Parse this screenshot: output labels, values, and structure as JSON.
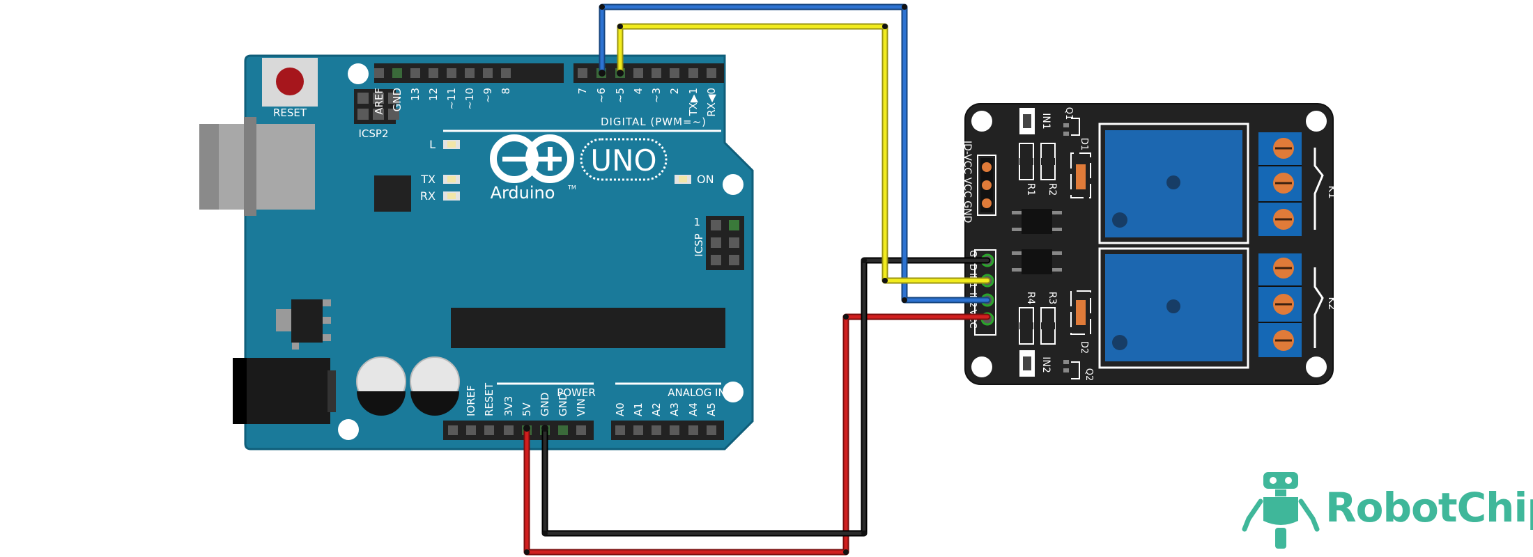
{
  "arduino": {
    "reset_label": "RESET",
    "icsp2_label": "ICSP2",
    "icsp_label": "ICSP",
    "icsp_pin1": "1",
    "digital_label": "DIGITAL (PWM=~)",
    "power_label": "POWER",
    "analog_label": "ANALOG IN",
    "brand": "Arduino",
    "tm": "TM",
    "model": "UNO",
    "led_l": "L",
    "led_tx": "TX",
    "led_rx": "RX",
    "led_on": "ON",
    "digital_pins": [
      "AREF",
      "GND",
      "13",
      "12",
      "~11",
      "~10",
      "~9",
      "8",
      "7",
      "~6",
      "~5",
      "4",
      "~3",
      "2",
      "TX▶1",
      "RX◀0"
    ],
    "power_pins": [
      "IOREF",
      "RESET",
      "3V3",
      "5V",
      "GND",
      "GND",
      "VIN"
    ],
    "analog_pins": [
      "A0",
      "A1",
      "A2",
      "A3",
      "A4",
      "A5"
    ]
  },
  "relay": {
    "power_pins": [
      "JD-VCC",
      "VCC",
      "GND"
    ],
    "input_pins": [
      "GND",
      "IN1",
      "IN2",
      "VCC"
    ],
    "labels": {
      "in1": "IN1",
      "in2": "IN2",
      "q1": "Q1",
      "q2": "Q2",
      "d1": "D1",
      "d2": "D2",
      "r1": "R1",
      "r2": "R2",
      "r3": "R3",
      "r4": "R4",
      "k1": "K1",
      "k2": "K2"
    }
  },
  "wires": [
    {
      "from": "5V",
      "to": "VCC",
      "color": "#d11f1f"
    },
    {
      "from": "GND",
      "to": "GND",
      "color": "#1a1a1a"
    },
    {
      "from": "~6",
      "to": "IN2",
      "color": "#2d73d2"
    },
    {
      "from": "~5",
      "to": "IN1",
      "color": "#f2ec1e"
    }
  ],
  "colors": {
    "board": "#1a7a9a",
    "board_dark": "#0f5e7a",
    "relay": "#222222",
    "relay_blue": "#1c67b0",
    "terminal": "#1568b5",
    "logo": "#3fb79a"
  },
  "logo": {
    "text": "RobotChip",
    "icon": "robot-icon"
  }
}
